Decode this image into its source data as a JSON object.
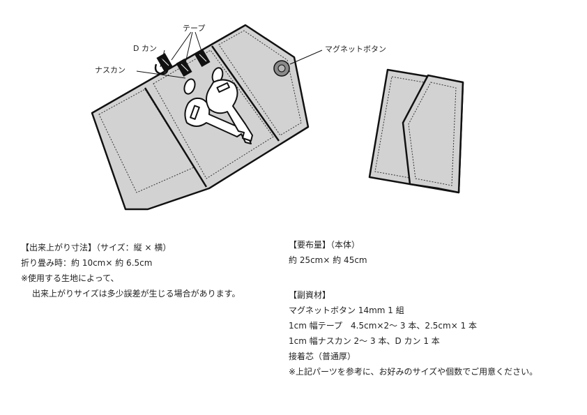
{
  "labels": {
    "tape": "テープ",
    "d_ring": "D カン",
    "snap_hook": "ナスカン",
    "magnet_button": "マグネットボタン"
  },
  "size_section": {
    "heading": "【出来上がり寸法】（サイズ：縦 × 横）",
    "folded_size": "折り畳み時：約 10cm× 約 6.5cm",
    "note_line1": "※使用する生地によって、",
    "note_line2": "出来上がりサイズは多少誤差が生じる場合があります。"
  },
  "fabric_section": {
    "heading": "【要布量】（本体）",
    "amount": "約 25cm× 約 45cm"
  },
  "materials_section": {
    "heading": "【副資材】",
    "items": [
      "マグネットボタン 14mm 1 組",
      "1cm 幅テープ　4.5cm×2～ 3 本、2.5cm× 1 本",
      "1cm 幅ナスカン 2～ 3 本、D カン 1 本",
      "接着芯（普通厚）",
      "※上記パーツを参考に、お好みのサイズや個数でご用意ください。"
    ]
  }
}
